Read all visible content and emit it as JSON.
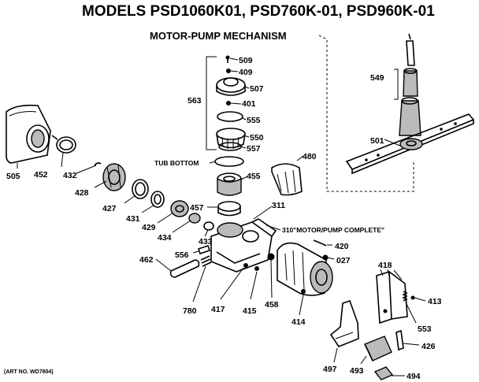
{
  "title": "MODELS PSD1060K01, PSD760K-01, PSD960K-01",
  "subtitle": "MOTOR-PUMP MECHANISM",
  "art_number": "(ART NO. WD7804)",
  "annotations": {
    "tub_bottom": "TUB BOTTOM",
    "motor_pump_complete": "310\"MOTOR/PUMP COMPLETE\""
  },
  "parts": [
    {
      "id": "p509",
      "label": "509"
    },
    {
      "id": "p409",
      "label": "409"
    },
    {
      "id": "p507",
      "label": "507"
    },
    {
      "id": "p401",
      "label": "401"
    },
    {
      "id": "p555",
      "label": "555"
    },
    {
      "id": "p550",
      "label": "550"
    },
    {
      "id": "p557",
      "label": "557"
    },
    {
      "id": "p563",
      "label": "563"
    },
    {
      "id": "p549",
      "label": "549"
    },
    {
      "id": "p501",
      "label": "501"
    },
    {
      "id": "p480",
      "label": "480"
    },
    {
      "id": "p455",
      "label": "455"
    },
    {
      "id": "p457",
      "label": "457"
    },
    {
      "id": "p311",
      "label": "311"
    },
    {
      "id": "p505",
      "label": "505"
    },
    {
      "id": "p452",
      "label": "452"
    },
    {
      "id": "p432",
      "label": "432"
    },
    {
      "id": "p428a",
      "label": "428"
    },
    {
      "id": "p427",
      "label": "427"
    },
    {
      "id": "p431",
      "label": "431"
    },
    {
      "id": "p429",
      "label": "429"
    },
    {
      "id": "p434",
      "label": "434"
    },
    {
      "id": "p433",
      "label": "433"
    },
    {
      "id": "p556",
      "label": "556"
    },
    {
      "id": "p462",
      "label": "462"
    },
    {
      "id": "p420",
      "label": "420"
    },
    {
      "id": "p027",
      "label": "027"
    },
    {
      "id": "p418",
      "label": "418"
    },
    {
      "id": "p413",
      "label": "413"
    },
    {
      "id": "p553",
      "label": "553"
    },
    {
      "id": "p426",
      "label": "426"
    },
    {
      "id": "p494",
      "label": "494"
    },
    {
      "id": "p493",
      "label": "493"
    },
    {
      "id": "p497",
      "label": "497"
    },
    {
      "id": "p414",
      "label": "414"
    },
    {
      "id": "p458",
      "label": "458"
    },
    {
      "id": "p415",
      "label": "415"
    },
    {
      "id": "p417",
      "label": "417"
    },
    {
      "id": "p780",
      "label": "780"
    }
  ]
}
